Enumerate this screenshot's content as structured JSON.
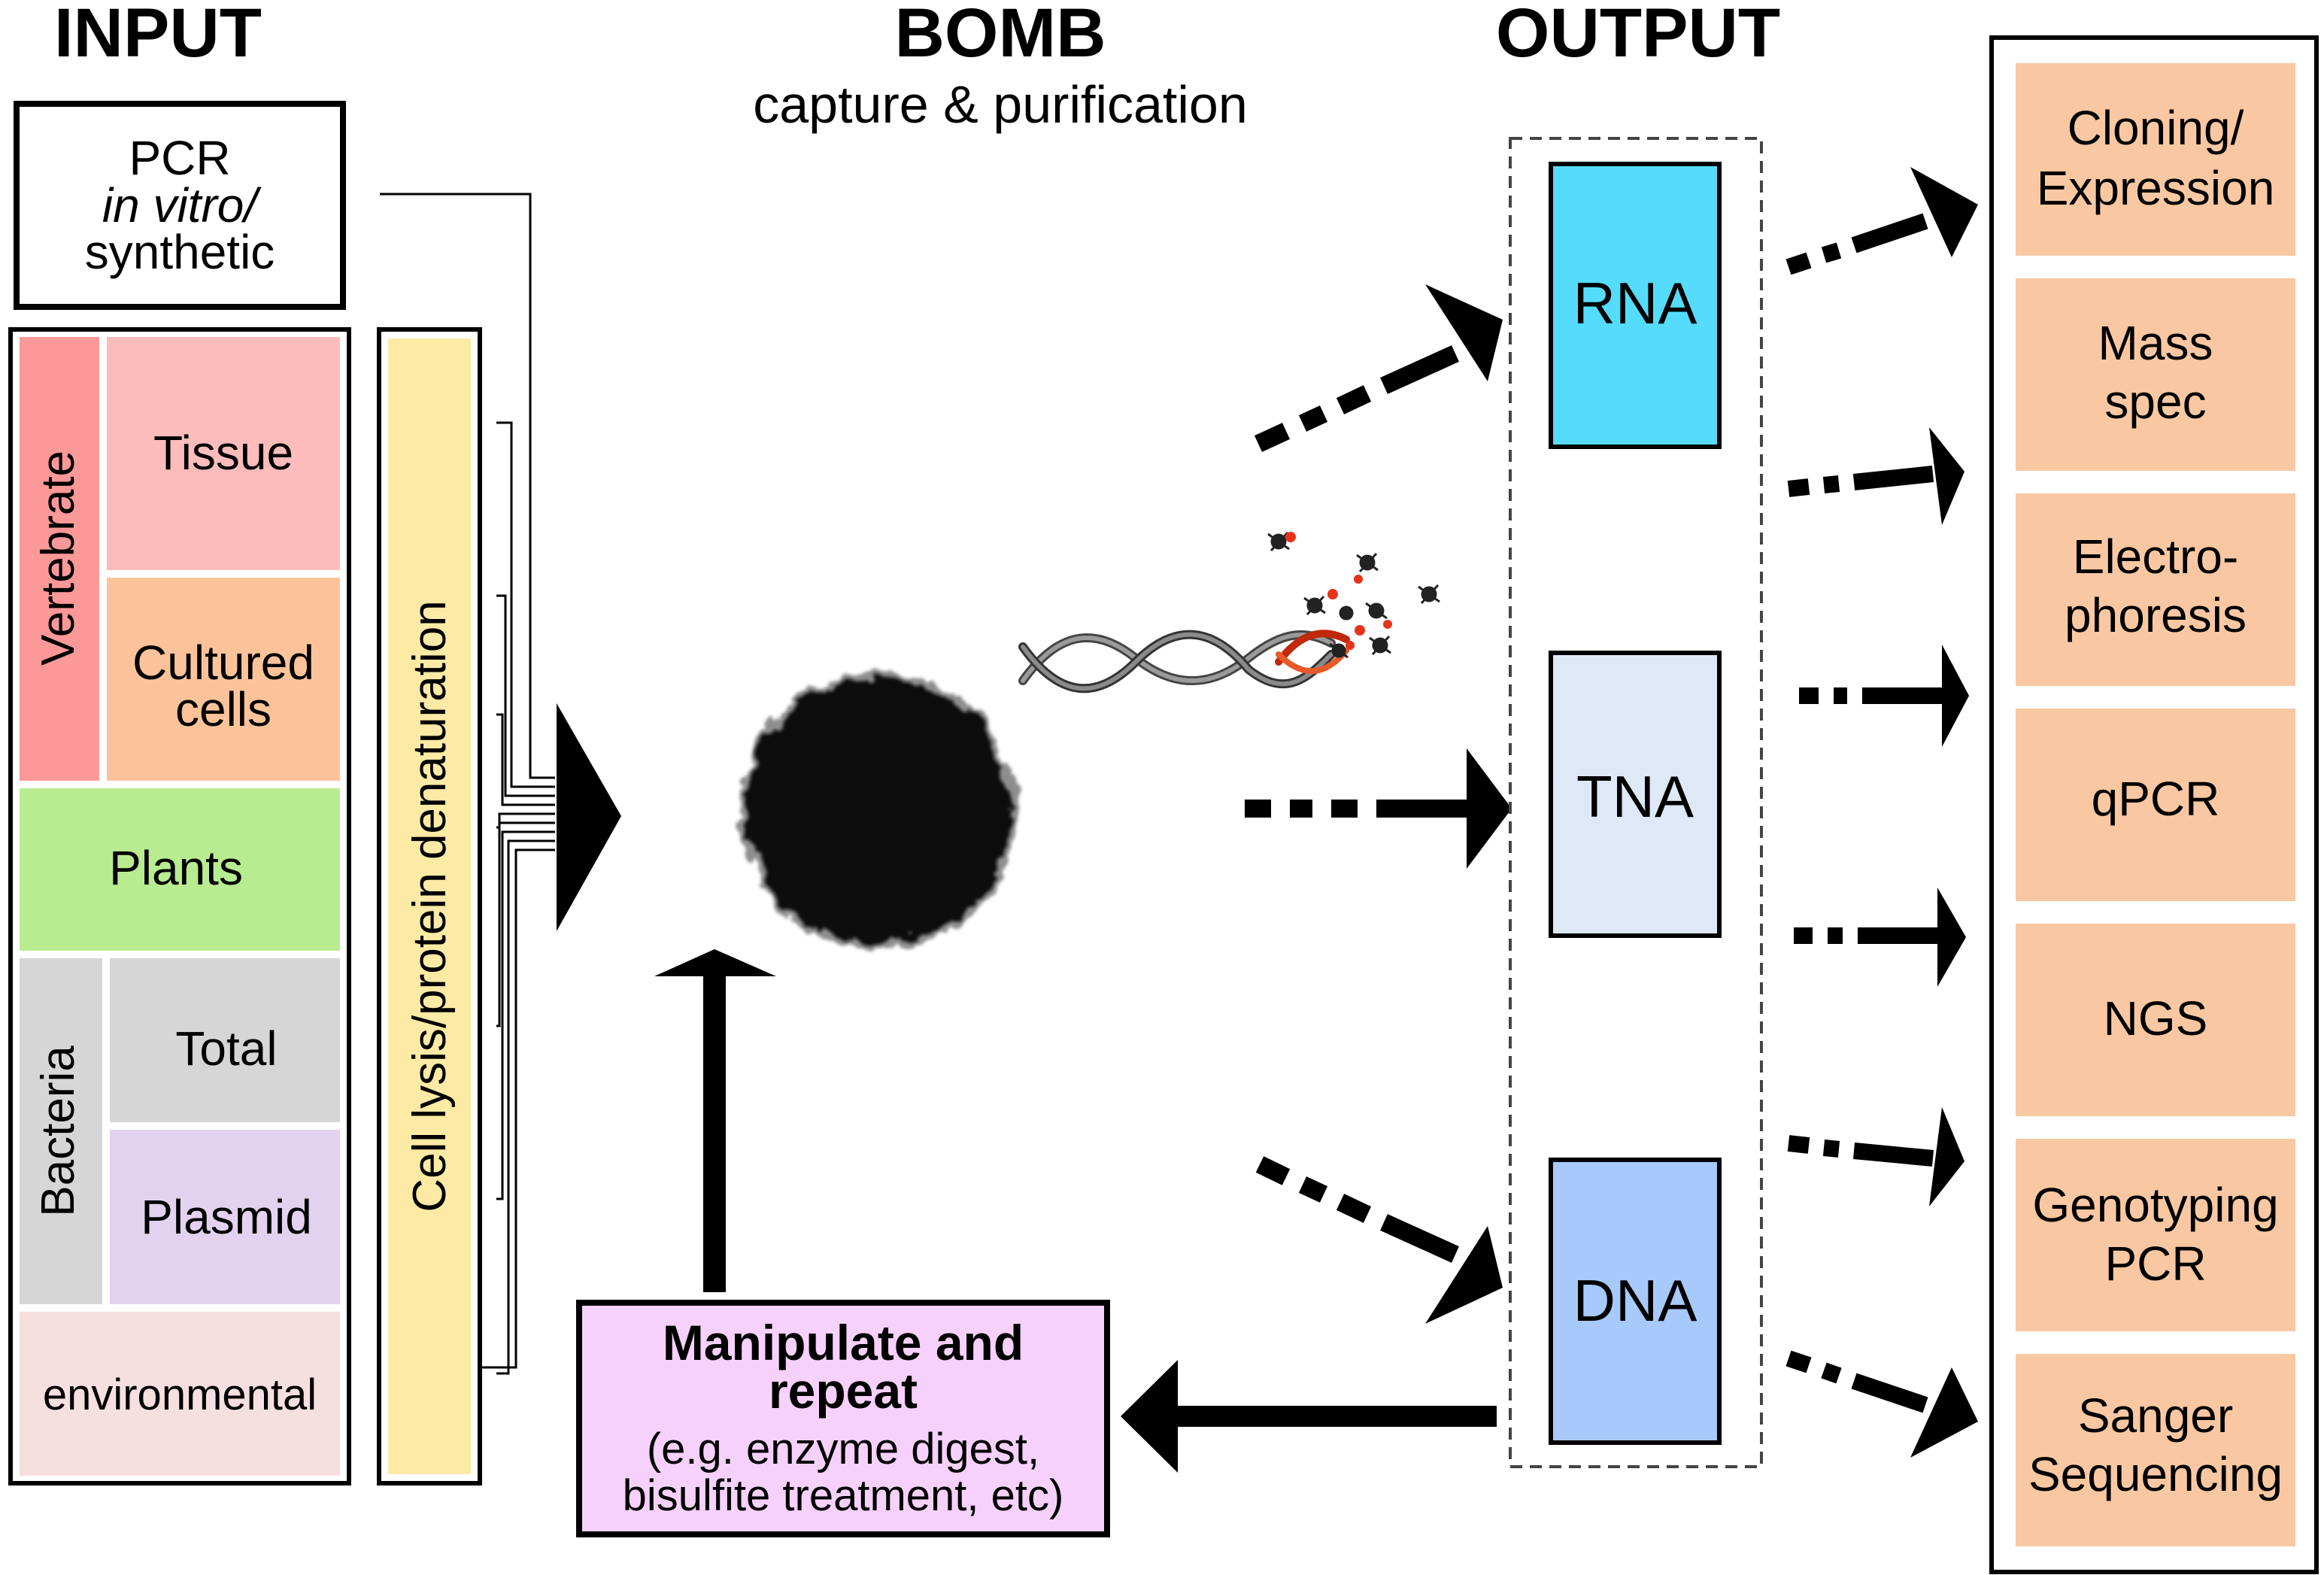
{
  "headers": {
    "input": "INPUT",
    "bomb": "BOMB",
    "bomb_subtitle": "capture & purification",
    "output": "OUTPUT"
  },
  "inputs": {
    "pcr_line1": "PCR",
    "pcr_line2": "in vitro/",
    "pcr_line3": "synthetic",
    "vertebrate": "Vertebrate",
    "tissue": "Tissue",
    "cultured_line1": "Cultured",
    "cultured_line2": "cells",
    "plants": "Plants",
    "bacteria": "Bacteria",
    "total": "Total",
    "plasmid": "Plasmid",
    "environmental": "environmental",
    "lysis": "Cell lysis/protein denaturation"
  },
  "outputs": {
    "rna": "RNA",
    "tna": "TNA",
    "dna": "DNA"
  },
  "manipulate": {
    "title_line1": "Manipulate and",
    "title_line2": "repeat",
    "detail_line1": "(e.g. enzyme digest,",
    "detail_line2": "bisulfite treatment, etc)"
  },
  "applications": {
    "cloning_line1": "Cloning/",
    "cloning_line2": "Expression",
    "mass_line1": "Mass",
    "mass_line2": "spec",
    "electro_line1": "Electro-",
    "electro_line2": "phoresis",
    "qpcr": "qPCR",
    "ngs": "NGS",
    "genotyping_line1": "Genotyping",
    "genotyping_line2": "PCR",
    "sanger_line1": "Sanger",
    "sanger_line2": "Sequencing"
  },
  "colors": {
    "tissue": "#fdbcbc",
    "vertebrate": "#fb9898",
    "cultured": "#fcc39a",
    "plants": "#b9eb91",
    "bacteria": "#d6d6d6",
    "plasmid": "#e3d2ef",
    "environmental": "#f6e0df",
    "lysis": "#fdeaa5",
    "rna": "#55dcfc",
    "tna": "#dfe8f6",
    "dna": "#a8c9fc",
    "manipulate": "#f6d1fb",
    "application": "#f9c8a3"
  }
}
